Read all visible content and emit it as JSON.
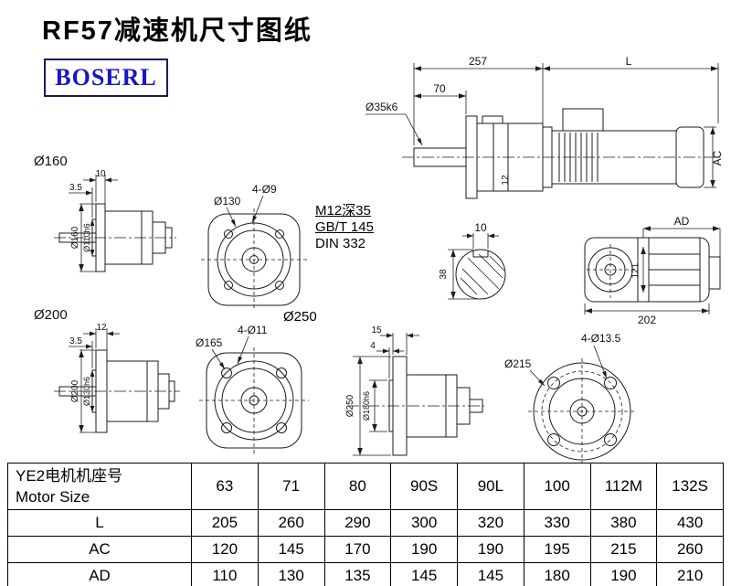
{
  "page": {
    "title": "RF57减速机尺寸图纸",
    "logo": "BOSERL"
  },
  "notes": {
    "tap": "M12深35",
    "std1": "GB/T 145",
    "std2": "DIN 332"
  },
  "labels": {
    "assembly": {
      "overall": "257",
      "motor_len": "L",
      "shaft_len": "70",
      "shaft_dia": "Ø35k6",
      "ac": "AC",
      "key": "12"
    },
    "view160": {
      "title": "Ø160",
      "flange_t": "10",
      "spigot_t": "3.5",
      "flange_dia": "Ø160",
      "spigot_dia": "Ø110h6"
    },
    "flange130": {
      "holes": "4-Ø9",
      "dia": "Ø130"
    },
    "shaft_section": {
      "key_w": "10",
      "height": "38"
    },
    "motor_rear": {
      "ad": "AD",
      "h": "121",
      "w": "202"
    },
    "view200": {
      "title": "Ø200",
      "flange_t": "12",
      "spigot_t": "3.5",
      "flange_dia": "Ø200",
      "spigot_dia": "Ø130h6"
    },
    "flange165": {
      "holes": "4-Ø11",
      "dia": "Ø165"
    },
    "view250": {
      "title": "Ø250",
      "flange_t": "15",
      "spigot_t": "4",
      "flange_dia": "Ø250",
      "spigot_dia": "Ø180h6"
    },
    "flange215": {
      "holes": "4-Ø13.5",
      "dia": "Ø215"
    }
  },
  "table": {
    "header_cn": "YE2电机机座号",
    "header_en": "Motor Size",
    "sizes": [
      "63",
      "71",
      "80",
      "90S",
      "90L",
      "100",
      "112M",
      "132S"
    ],
    "rows": [
      {
        "label": "L",
        "values": [
          "205",
          "260",
          "290",
          "300",
          "320",
          "330",
          "380",
          "430"
        ]
      },
      {
        "label": "AC",
        "values": [
          "120",
          "145",
          "170",
          "190",
          "190",
          "195",
          "215",
          "260"
        ]
      },
      {
        "label": "AD",
        "values": [
          "110",
          "130",
          "135",
          "145",
          "145",
          "180",
          "190",
          "210"
        ]
      }
    ]
  }
}
